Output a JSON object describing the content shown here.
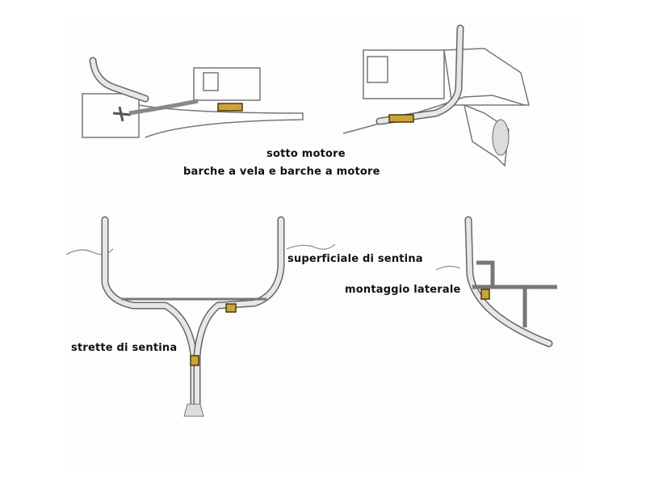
{
  "labels": {
    "under_engine": "sotto motore",
    "boat_types": "barche a vela e barche a motore",
    "shallow_bilge": "superficiale di sentina",
    "side_mount": "montaggio laterale",
    "narrow_bilge": "strette di sentina"
  },
  "colors": {
    "pump": "#c9a43a",
    "pipe": "#666666"
  }
}
